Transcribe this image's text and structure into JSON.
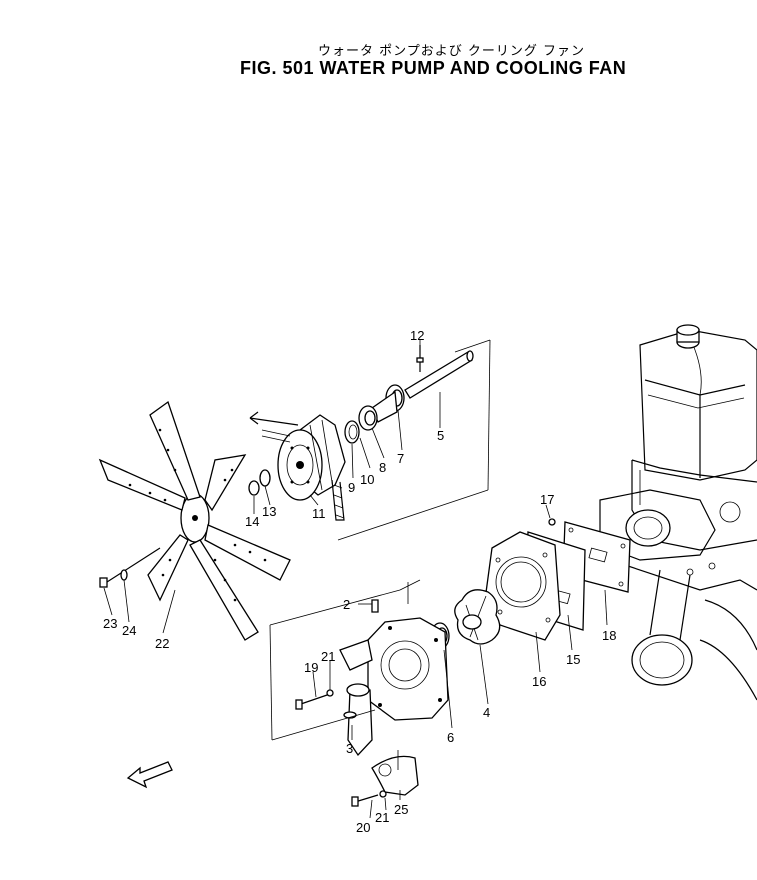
{
  "title_jp": "ウォータ ポンプおよび クーリング ファン",
  "title_en": "FIG. 501 WATER PUMP AND COOLING FAN",
  "ref_note_line1": "",
  "ref_note_line2": "",
  "front_arrow_text": "",
  "labels": {
    "p2": "2",
    "p3": "3",
    "p4": "4",
    "p5": "5",
    "p6": "6",
    "p7": "7",
    "p8": "8",
    "p9": "9",
    "p10": "10",
    "p11": "11",
    "p12": "12",
    "p13": "13",
    "p14": "14",
    "p15": "15",
    "p16": "16",
    "p17": "17",
    "p18": "18",
    "p19": "19",
    "p20": "20",
    "p21a": "21",
    "p21b": "21",
    "p22": "22",
    "p23": "23",
    "p24": "24",
    "p25": "25"
  }
}
